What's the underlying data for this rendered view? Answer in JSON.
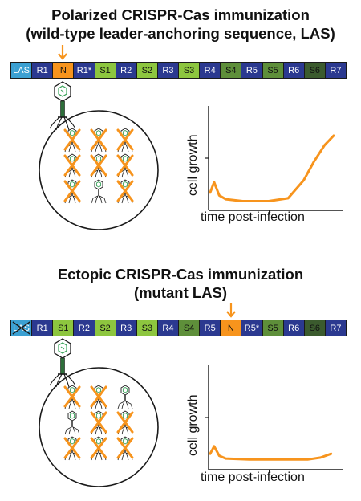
{
  "colors": {
    "las": "#3ba0d2",
    "repeat": "#2b3990",
    "new_spacer": "#f7941d",
    "spacer_light": "#8dc63f",
    "spacer_mid": "#5e8f3a",
    "spacer_dark": "#3b5b2e",
    "curve": "#f7941d",
    "phage_green": "#3aa35a"
  },
  "panels": [
    {
      "title_line1": "Polarized CRISPR-Cas immunization",
      "title_line2": "(wild-type leader-anchoring sequence, LAS)",
      "segments": [
        {
          "label": "LAS",
          "kind": "las"
        },
        {
          "label": "R1",
          "kind": "repeat"
        },
        {
          "label": "N",
          "kind": "new"
        },
        {
          "label": "R1*",
          "kind": "repeat"
        },
        {
          "label": "S1",
          "kind": "spacer_light"
        },
        {
          "label": "R2",
          "kind": "repeat"
        },
        {
          "label": "S2",
          "kind": "spacer_light"
        },
        {
          "label": "R3",
          "kind": "repeat"
        },
        {
          "label": "S3",
          "kind": "spacer_light"
        },
        {
          "label": "R4",
          "kind": "repeat"
        },
        {
          "label": "S4",
          "kind": "spacer_mid"
        },
        {
          "label": "R5",
          "kind": "repeat"
        },
        {
          "label": "S5",
          "kind": "spacer_mid"
        },
        {
          "label": "R6",
          "kind": "repeat"
        },
        {
          "label": "S6",
          "kind": "spacer_dark"
        },
        {
          "label": "R7",
          "kind": "repeat"
        }
      ],
      "arrow_segment": 2,
      "las_crossed": false,
      "phage_grid": [
        "crossed",
        "crossed",
        "crossed",
        "crossed",
        "crossed",
        "crossed",
        "crossed",
        "intact",
        "crossed"
      ],
      "ylabel": "cell growth",
      "xlabel": "time post-infection",
      "curve": {
        "x": [
          0,
          0.03,
          0.07,
          0.12,
          0.25,
          0.45,
          0.6,
          0.72,
          0.8,
          0.88,
          0.95
        ],
        "y": [
          0.12,
          0.23,
          0.09,
          0.05,
          0.03,
          0.03,
          0.06,
          0.25,
          0.45,
          0.62,
          0.72
        ]
      }
    },
    {
      "title_line1": "Ectopic CRISPR-Cas immunization",
      "title_line2": "(mutant LAS)",
      "segments": [
        {
          "label": "LAS",
          "kind": "las"
        },
        {
          "label": "R1",
          "kind": "repeat"
        },
        {
          "label": "S1",
          "kind": "spacer_light"
        },
        {
          "label": "R2",
          "kind": "repeat"
        },
        {
          "label": "S2",
          "kind": "spacer_light"
        },
        {
          "label": "R3",
          "kind": "repeat"
        },
        {
          "label": "S3",
          "kind": "spacer_light"
        },
        {
          "label": "R4",
          "kind": "repeat"
        },
        {
          "label": "S4",
          "kind": "spacer_mid"
        },
        {
          "label": "R5",
          "kind": "repeat"
        },
        {
          "label": "N",
          "kind": "new"
        },
        {
          "label": "R5*",
          "kind": "repeat"
        },
        {
          "label": "S5",
          "kind": "spacer_mid"
        },
        {
          "label": "R6",
          "kind": "repeat"
        },
        {
          "label": "S6",
          "kind": "spacer_dark"
        },
        {
          "label": "R7",
          "kind": "repeat"
        }
      ],
      "arrow_segment": 10,
      "las_crossed": true,
      "phage_grid": [
        "crossed",
        "crossed",
        "intact",
        "intact",
        "crossed",
        "crossed",
        "crossed",
        "crossed",
        "crossed"
      ],
      "ylabel": "cell growth",
      "xlabel": "time post-infection",
      "curve": {
        "x": [
          0,
          0.03,
          0.07,
          0.12,
          0.3,
          0.55,
          0.75,
          0.85,
          0.93
        ],
        "y": [
          0.1,
          0.18,
          0.08,
          0.05,
          0.04,
          0.04,
          0.04,
          0.06,
          0.1
        ]
      }
    }
  ]
}
